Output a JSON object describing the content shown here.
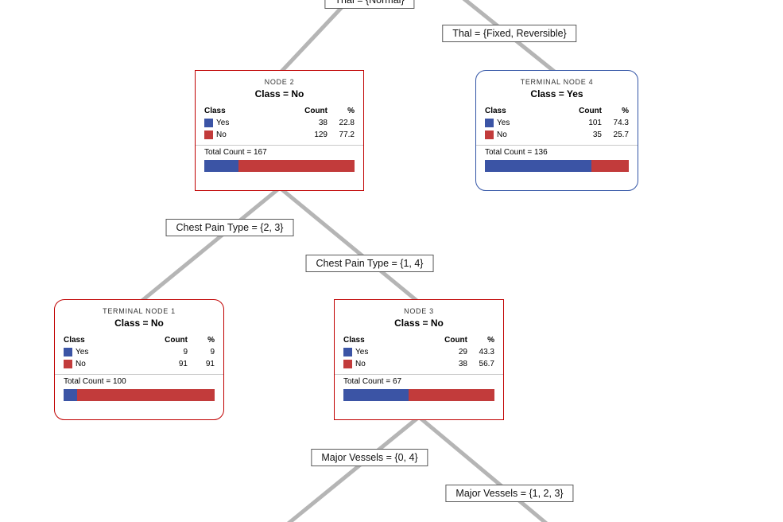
{
  "colors": {
    "yes": "#3B54A5",
    "no": "#C23B3B",
    "red_border": "#C00000",
    "blue_border": "#3355A6",
    "line": "#B5B5B5"
  },
  "columns": {
    "class": "Class",
    "count": "Count",
    "pct": "%"
  },
  "edges": {
    "thal_normal": "Thal = {Normal}",
    "thal_fixed_reversible": "Thal = {Fixed, Reversible}",
    "chest_pain_2_3": "Chest Pain Type = {2, 3}",
    "chest_pain_1_4": "Chest Pain Type = {1, 4}",
    "major_vessels_0_4": "Major Vessels = {0, 4}",
    "major_vessels_1_2_3": "Major Vessels = {1, 2, 3}"
  },
  "nodes": [
    {
      "title": "NODE 2",
      "class_label": "Class = No",
      "rows": [
        {
          "label": "Yes",
          "count": "38",
          "pct": "22.8"
        },
        {
          "label": "No",
          "count": "129",
          "pct": "77.2"
        }
      ],
      "total": "Total Count = 167",
      "bar": {
        "yes": 22.8,
        "no": 77.2
      }
    },
    {
      "title": "TERMINAL NODE 4",
      "class_label": "Class = Yes",
      "rows": [
        {
          "label": "Yes",
          "count": "101",
          "pct": "74.3"
        },
        {
          "label": "No",
          "count": "35",
          "pct": "25.7"
        }
      ],
      "total": "Total Count = 136",
      "bar": {
        "yes": 74.3,
        "no": 25.7
      }
    },
    {
      "title": "TERMINAL NODE 1",
      "class_label": "Class = No",
      "rows": [
        {
          "label": "Yes",
          "count": "9",
          "pct": "9"
        },
        {
          "label": "No",
          "count": "91",
          "pct": "91"
        }
      ],
      "total": "Total Count = 100",
      "bar": {
        "yes": 9,
        "no": 91
      }
    },
    {
      "title": "NODE 3",
      "class_label": "Class = No",
      "rows": [
        {
          "label": "Yes",
          "count": "29",
          "pct": "43.3"
        },
        {
          "label": "No",
          "count": "38",
          "pct": "56.7"
        }
      ],
      "total": "Total Count = 67",
      "bar": {
        "yes": 43.3,
        "no": 56.7
      }
    }
  ]
}
